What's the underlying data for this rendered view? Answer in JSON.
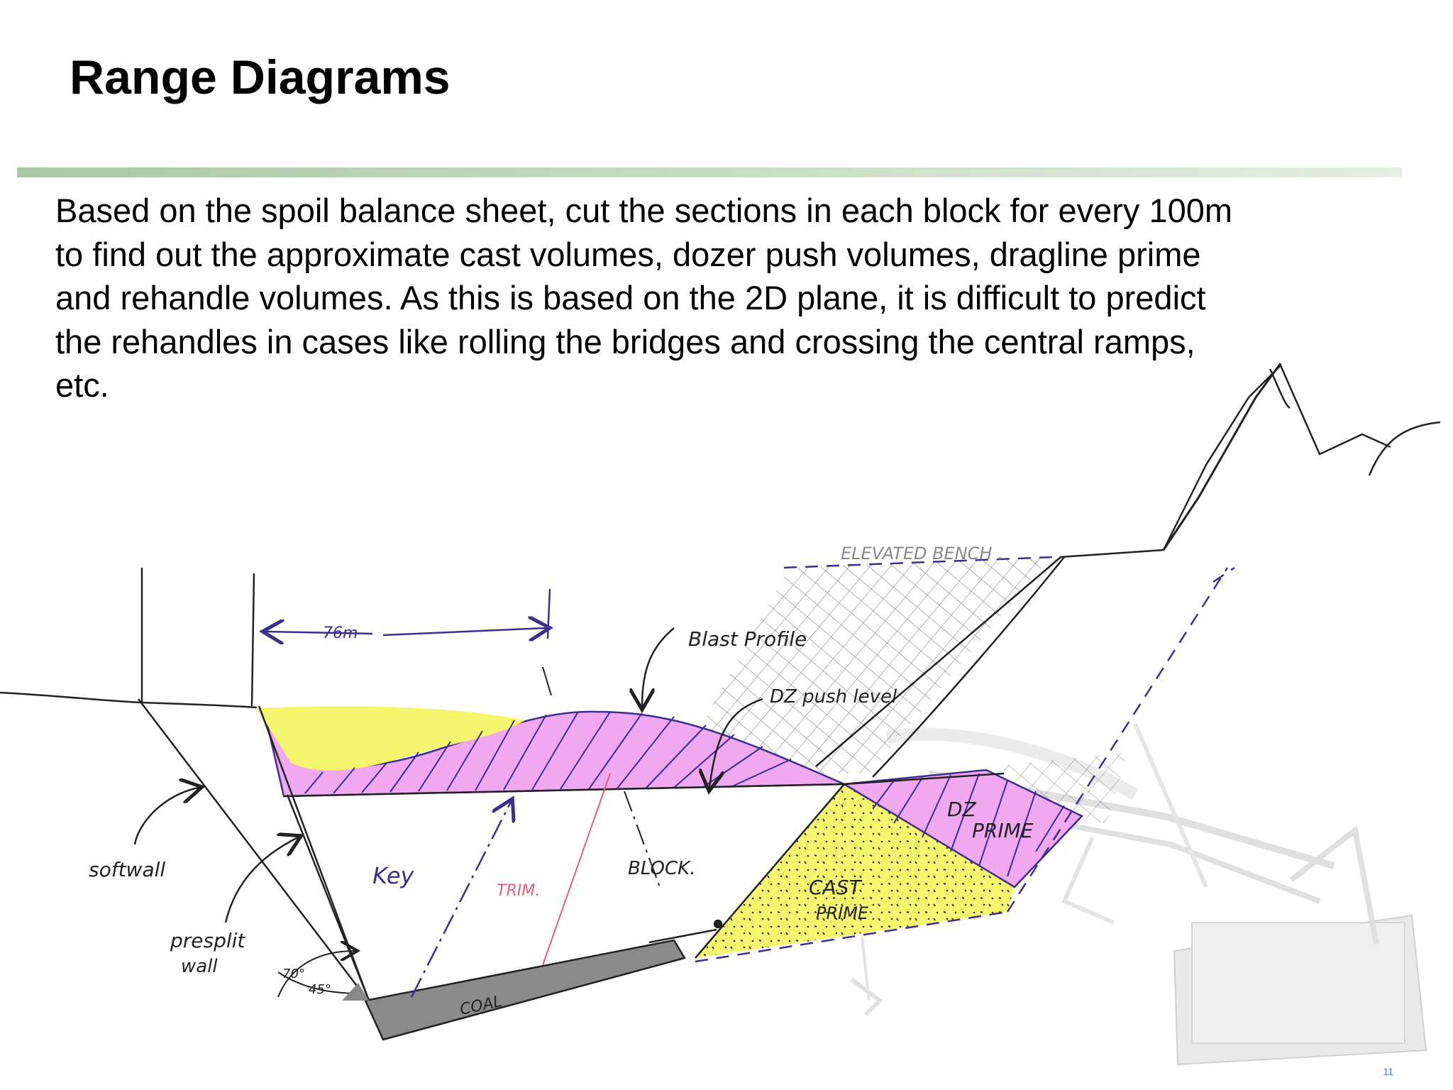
{
  "slide": {
    "title": "Range Diagrams",
    "body_lines": [
      "Based on the spoil balance sheet, cut the sections in each block for every 100m",
      "to find out the approximate cast volumes, dozer push volumes, dragline prime",
      "and rehandle volumes. As this is based on the 2D plane, it is difficult to predict",
      "the rehandles in cases like rolling the bridges and crossing the central ramps,",
      "etc."
    ],
    "page_number": "11"
  },
  "diagram": {
    "labels": {
      "elevated_bench": "ELEVATED BENCH .",
      "width": "76m",
      "blast_profile": "Blast Profile",
      "dz_push_level": "DZ push level",
      "dz_prime_1": "DZ",
      "dz_prime_2": "PRIME",
      "softwall": "softwall",
      "presplit_1": "presplit",
      "presplit_2": "wall",
      "key": "Key",
      "trim": "TRIM.",
      "block": "BLOCK.",
      "cast_prime_1": "CAST",
      "cast_prime_2": "PRIME",
      "coal": "COAL",
      "angle_70": "70°",
      "angle_45": "45°"
    },
    "colors": {
      "blast_fill": "#f0a8f0",
      "yellow_fill": "#f5f56e",
      "ink": "#222222",
      "blue_ink": "#3a2f8f",
      "red_ink": "#e0607a",
      "coal_fill": "#8a8a8a"
    }
  }
}
